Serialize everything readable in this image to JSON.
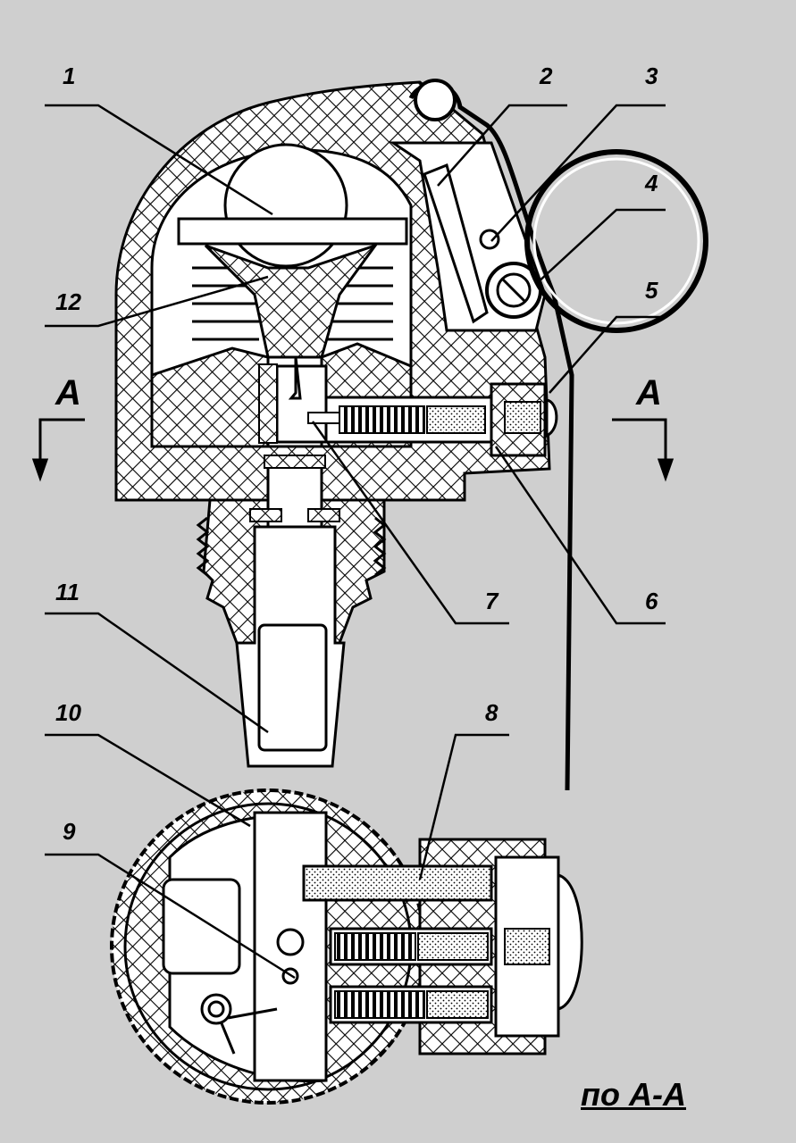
{
  "labels": {
    "l1": "1",
    "l2": "2",
    "l3": "3",
    "l4": "4",
    "l5": "5",
    "l6": "6",
    "l7": "7",
    "l8": "8",
    "l9": "9",
    "l10": "10",
    "l11": "11",
    "l12": "12"
  },
  "section_marks": {
    "left": "A",
    "right": "A"
  },
  "caption": "по А-А",
  "colors": {
    "background": "#cfcfcf",
    "ink": "#000000",
    "fill": "#ffffff",
    "hatch": "#000000"
  }
}
